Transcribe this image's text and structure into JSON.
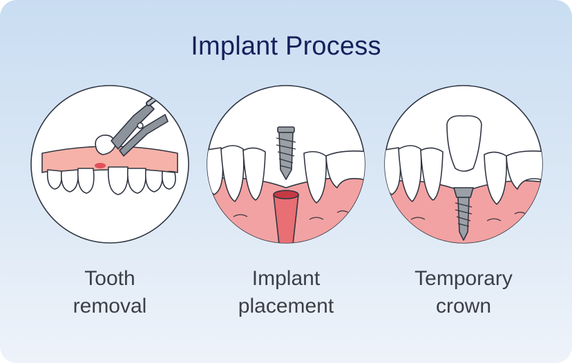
{
  "title": "Implant Process",
  "steps": [
    {
      "line1": "Tooth",
      "line2": "removal",
      "icon": "tooth-extraction-icon"
    },
    {
      "line1": "Implant",
      "line2": "placement",
      "icon": "implant-screw-icon"
    },
    {
      "line1": "Temporary",
      "line2": "crown",
      "icon": "temporary-crown-icon"
    }
  ],
  "colors": {
    "title": "#14215a",
    "gum": "#f2a2a2",
    "tooth": "#ffffff",
    "outline": "#2f3440",
    "metal": "#9aa0a6"
  }
}
